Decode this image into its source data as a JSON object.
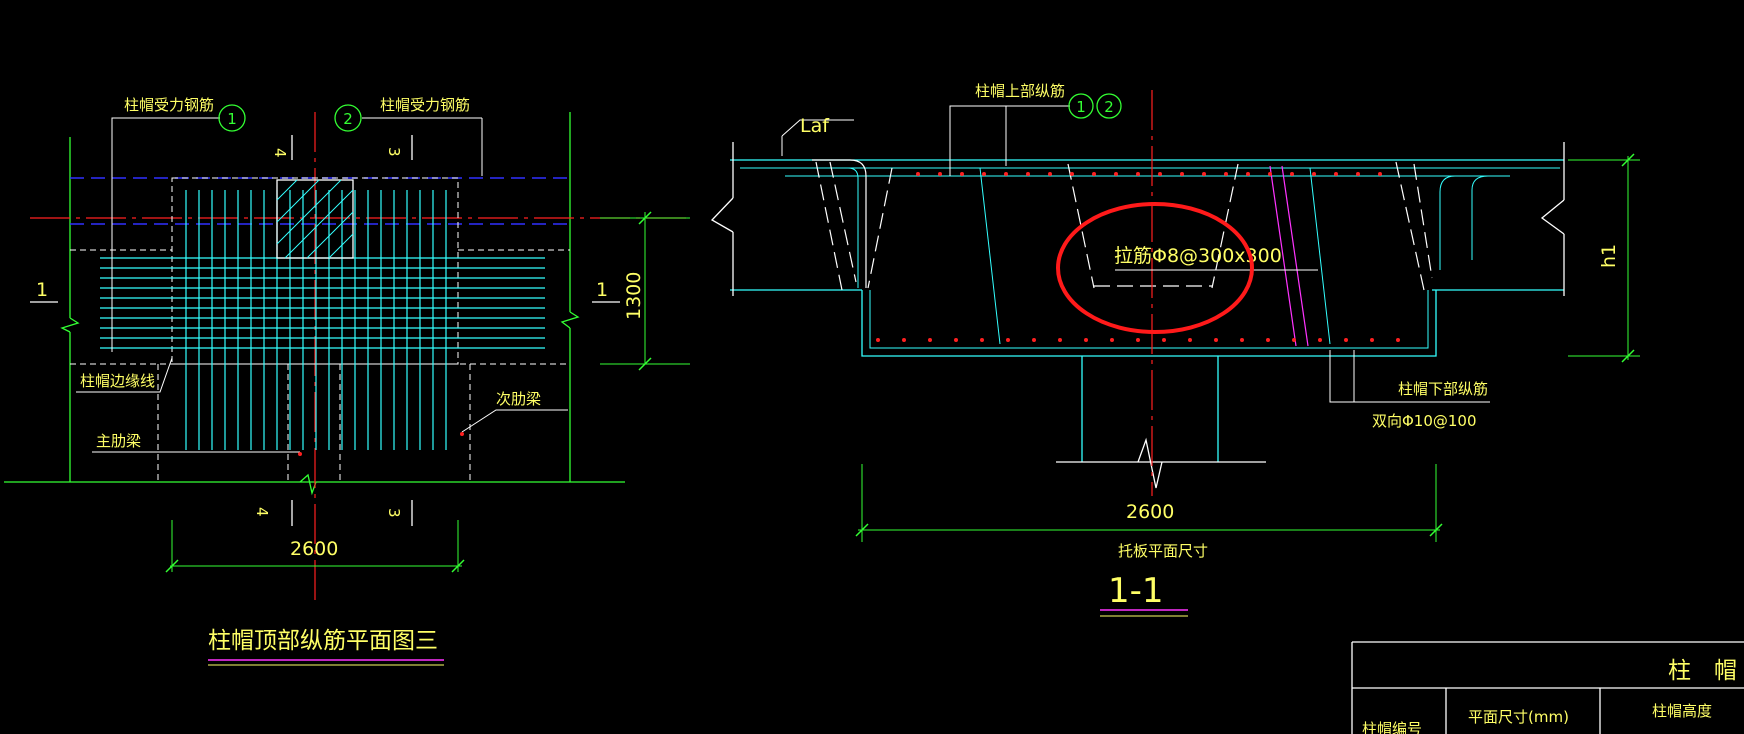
{
  "plan": {
    "label_tl": "柱帽受力钢筋",
    "label_tr": "柱帽受力钢筋",
    "bubble_1": "1",
    "bubble_2": "2",
    "sec_4_top": "4",
    "sec_3_top": "3",
    "sec_4_bot": "4",
    "sec_3_bot": "3",
    "sec_1_left": "1",
    "sec_1_right": "1",
    "dim_1300": "1300",
    "dim_2600": "2600",
    "edge_line": "柱帽边缘线",
    "main_rib": "主肋梁",
    "second_rib": "次肋梁",
    "title": "柱帽顶部纵筋平面图三"
  },
  "section": {
    "laf": "Laf",
    "top_bars": "柱帽上部纵筋",
    "bubble_1": "1",
    "bubble_2": "2",
    "tie": "拉筋Φ8@300x300",
    "h1": "h1",
    "bottom_bars": "柱帽下部纵筋",
    "bottom_spec": "双向Φ10@100",
    "dim_2600": "2600",
    "plate_size": "托板平面尺寸",
    "section_name": "1-1"
  },
  "table": {
    "title": "柱　帽",
    "col_no": "柱帽编号",
    "col_size": "平面尺寸(mm)",
    "col_height": "柱帽高度"
  },
  "colors": {
    "background": "#000000",
    "text": "#ffff66",
    "green": "#33ff33",
    "cyan": "#33ffff",
    "white": "#ffffff",
    "red": "#ff2020",
    "blue": "#3030ff",
    "magenta": "#ff33ff",
    "highlight": "#ff1a1a"
  }
}
